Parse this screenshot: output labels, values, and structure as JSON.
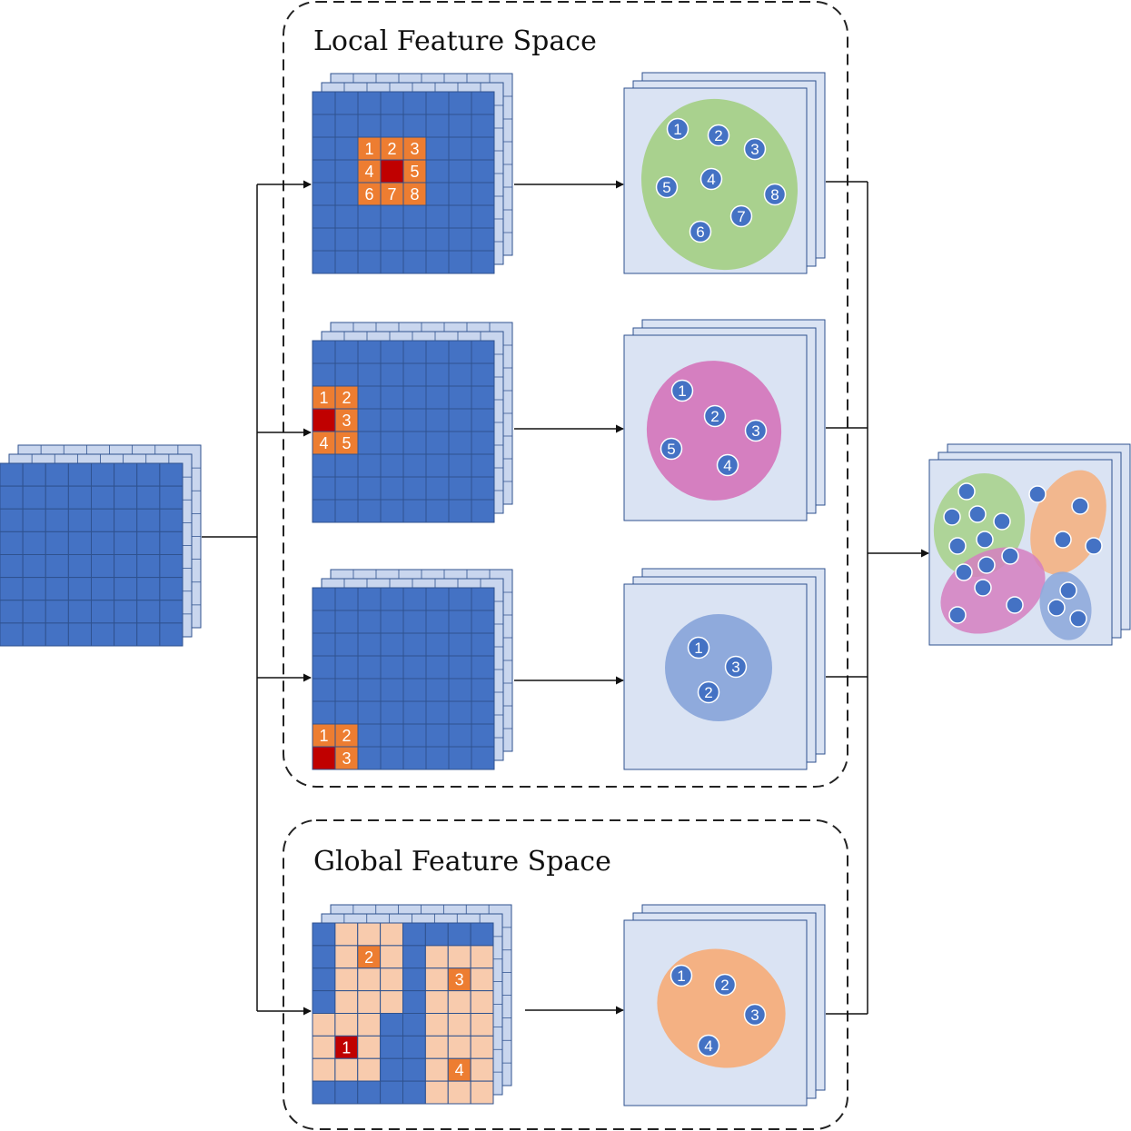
{
  "sections": {
    "local_title": "Local Feature Space",
    "global_title": "Global Feature Space"
  },
  "colors": {
    "grid_cell": "#4472C4",
    "grid_line": "#2F528F",
    "stack_layer": "#C9D6EE",
    "neighbor_cell": "#ED7D31",
    "center_cell": "#C00000",
    "global_region_cell": "#F8CBAD",
    "panel_bg": "#DAE3F3",
    "node": "#4472C4",
    "ellipse_green": "#A9D18E",
    "ellipse_pink": "#D57FC0",
    "ellipse_blue": "#8FAADC",
    "ellipse_orange": "#F4B183"
  },
  "branches": [
    {
      "id": "local-interior",
      "grid_labels": [
        "1",
        "2",
        "3",
        "4",
        "5",
        "6",
        "7",
        "8"
      ],
      "cluster_color": "green",
      "node_labels": [
        "1",
        "2",
        "3",
        "4",
        "5",
        "6",
        "7",
        "8"
      ]
    },
    {
      "id": "local-edge",
      "grid_labels": [
        "1",
        "2",
        "3",
        "4",
        "5"
      ],
      "cluster_color": "pink",
      "node_labels": [
        "1",
        "2",
        "3",
        "4",
        "5"
      ]
    },
    {
      "id": "local-corner",
      "grid_labels": [
        "1",
        "2",
        "3"
      ],
      "cluster_color": "blue",
      "node_labels": [
        "1",
        "2",
        "3"
      ]
    },
    {
      "id": "global",
      "grid_labels": [
        "1",
        "2",
        "3",
        "4"
      ],
      "cluster_color": "orange",
      "node_labels": [
        "1",
        "2",
        "3",
        "4"
      ]
    }
  ]
}
